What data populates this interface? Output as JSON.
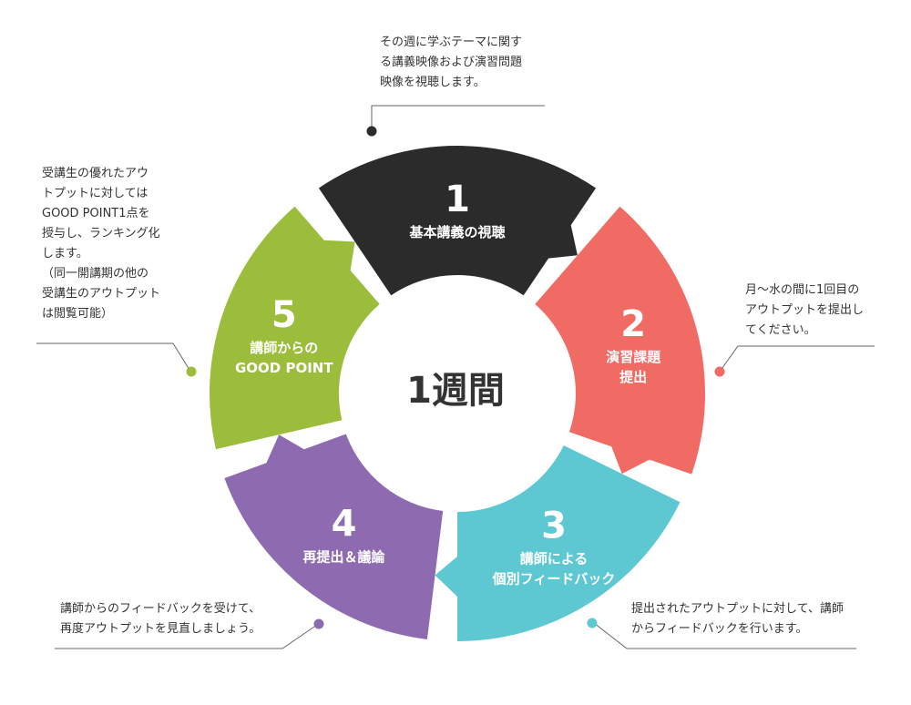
{
  "center_title": "1週間",
  "colors": {
    "step1": "#2b2b2b",
    "step2": "#f06b63",
    "step3": "#5dc8d2",
    "step4": "#8e6bb0",
    "step5": "#9bbd3b",
    "connector": "#666666"
  },
  "steps": [
    {
      "number": "1",
      "label_lines": [
        "基本講義の視聴"
      ]
    },
    {
      "number": "2",
      "label_lines": [
        "演習課題",
        "提出"
      ]
    },
    {
      "number": "3",
      "label_lines": [
        "講師による",
        "個別フィードバック"
      ]
    },
    {
      "number": "4",
      "label_lines": [
        "再提出＆議論"
      ]
    },
    {
      "number": "5",
      "label_lines": [
        "講師からの",
        "GOOD POINT"
      ]
    }
  ],
  "notes": [
    {
      "lines": [
        "その週に学ぶテーマに関す",
        "る講義映像および演習問題",
        "映像を視聴します。"
      ]
    },
    {
      "lines": [
        "月〜水の間に1回目の",
        "アウトプットを提出し",
        "てください。"
      ]
    },
    {
      "lines": [
        "提出されたアウトプットに対して、講師",
        "からフィードバックを行います。"
      ]
    },
    {
      "lines": [
        "講師からのフィードバックを受けて、",
        "再度アウトプットを見直しましょう。"
      ]
    },
    {
      "lines": [
        "受講生の優れたアウ",
        "トプットに対しては",
        "GOOD POINT1点を",
        "授与し、ランキング化",
        "します。",
        "（同一開講期の他の",
        "受講生のアウトプット",
        "は閲覧可能）"
      ]
    }
  ]
}
